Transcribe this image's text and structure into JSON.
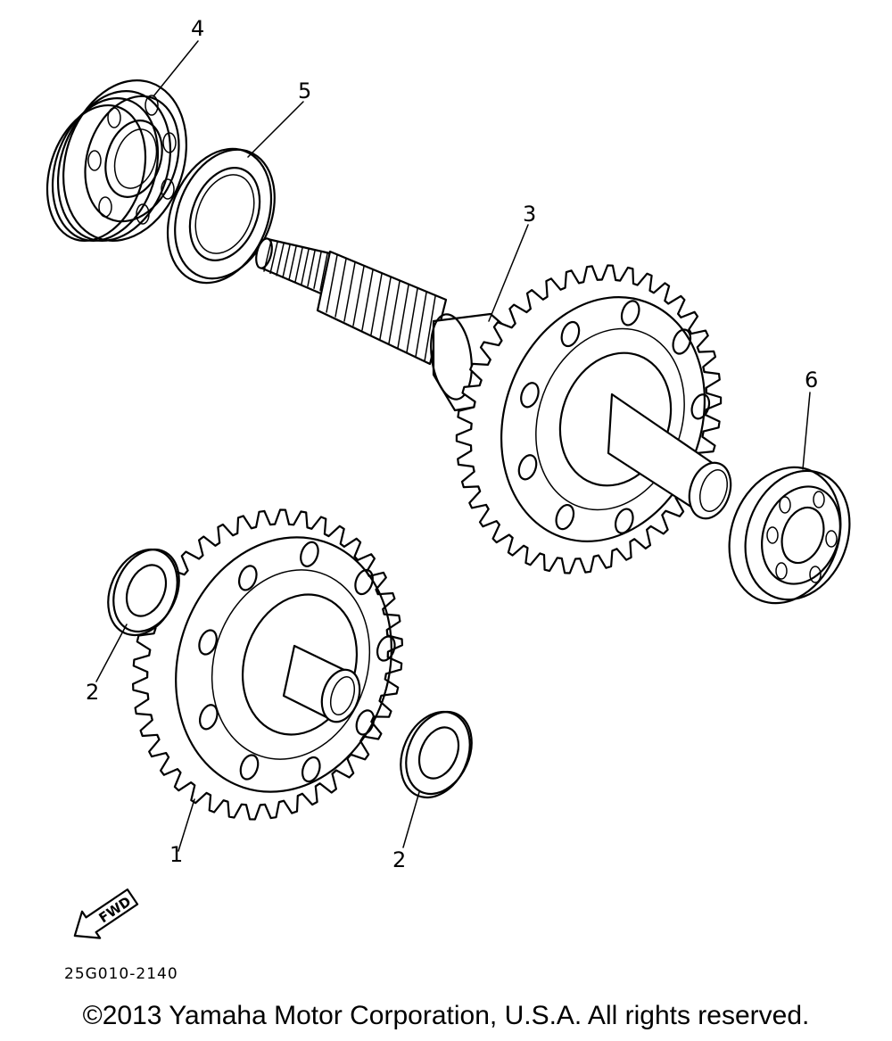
{
  "diagram": {
    "callouts": [
      {
        "id": "part-1",
        "label": "1"
      },
      {
        "id": "part-2a",
        "label": "2"
      },
      {
        "id": "part-2b",
        "label": "2"
      },
      {
        "id": "part-3",
        "label": "3"
      },
      {
        "id": "part-4",
        "label": "4"
      },
      {
        "id": "part-5",
        "label": "5"
      },
      {
        "id": "part-6",
        "label": "6"
      }
    ],
    "fwd_label": "FWD",
    "figure_code": "25G010-2140"
  },
  "footer": {
    "copyright": "©2013 Yamaha Motor Corporation, U.S.A. All rights reserved."
  }
}
